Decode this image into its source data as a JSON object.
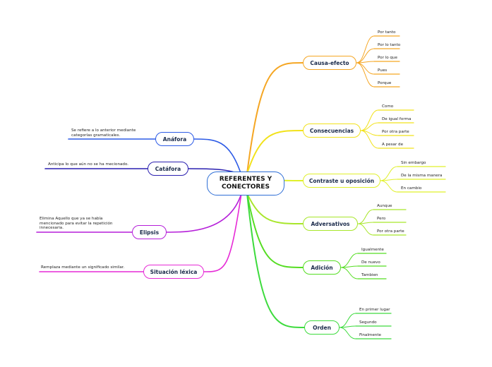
{
  "central": {
    "label": "REFERENTES Y CONECTORES"
  },
  "colors": {
    "causa": "#f5a623",
    "consecuencias": "#f2e21b",
    "contraste": "#e0f02a",
    "adversativos": "#a8e62a",
    "adicion": "#55dd22",
    "orden": "#3ddb3d",
    "anafora": "#2d5be6",
    "catafora": "#2a1fb0",
    "elipsis": "#b51fd9",
    "situacion": "#e62ad6"
  },
  "right_branches": [
    {
      "id": "causa",
      "label": "Causa-efecto",
      "items": [
        "Por tanto",
        "Por lo tanto",
        "Por lo que",
        "Pues",
        "Porque"
      ]
    },
    {
      "id": "consecuencias",
      "label": "Consecuencias",
      "items": [
        "Como",
        "De igual forma",
        "Por otra parte",
        "A pesar de"
      ]
    },
    {
      "id": "contraste",
      "label": "Contraste u oposición",
      "items": [
        "Sin embargo",
        "De la misma manera",
        "En cambio"
      ]
    },
    {
      "id": "adversativos",
      "label": "Adversativos",
      "items": [
        "Aunque",
        "Pero",
        "Por otra parte"
      ]
    },
    {
      "id": "adicion",
      "label": "Adición",
      "items": [
        "Igualmente",
        "De nuevo",
        "Tambien"
      ]
    },
    {
      "id": "orden",
      "label": "Orden",
      "items": [
        "En primer lugar",
        "Segundo",
        "Finalmente"
      ]
    }
  ],
  "left_branches": [
    {
      "id": "anafora",
      "label": "Anáfora",
      "description": "Se refiere a lo anterior mediante categorías gramaticales."
    },
    {
      "id": "catafora",
      "label": "Catáfora",
      "description": "Anticipa lo que aún no se ha mecionado."
    },
    {
      "id": "elipsis",
      "label": "Elipsis",
      "description": "Elimina Aquello que ya se había mencionado para evitar la repetición innecesaria."
    },
    {
      "id": "situacion",
      "label": "Situación léxica",
      "description": "Remplaza mediante un significado similar."
    }
  ]
}
